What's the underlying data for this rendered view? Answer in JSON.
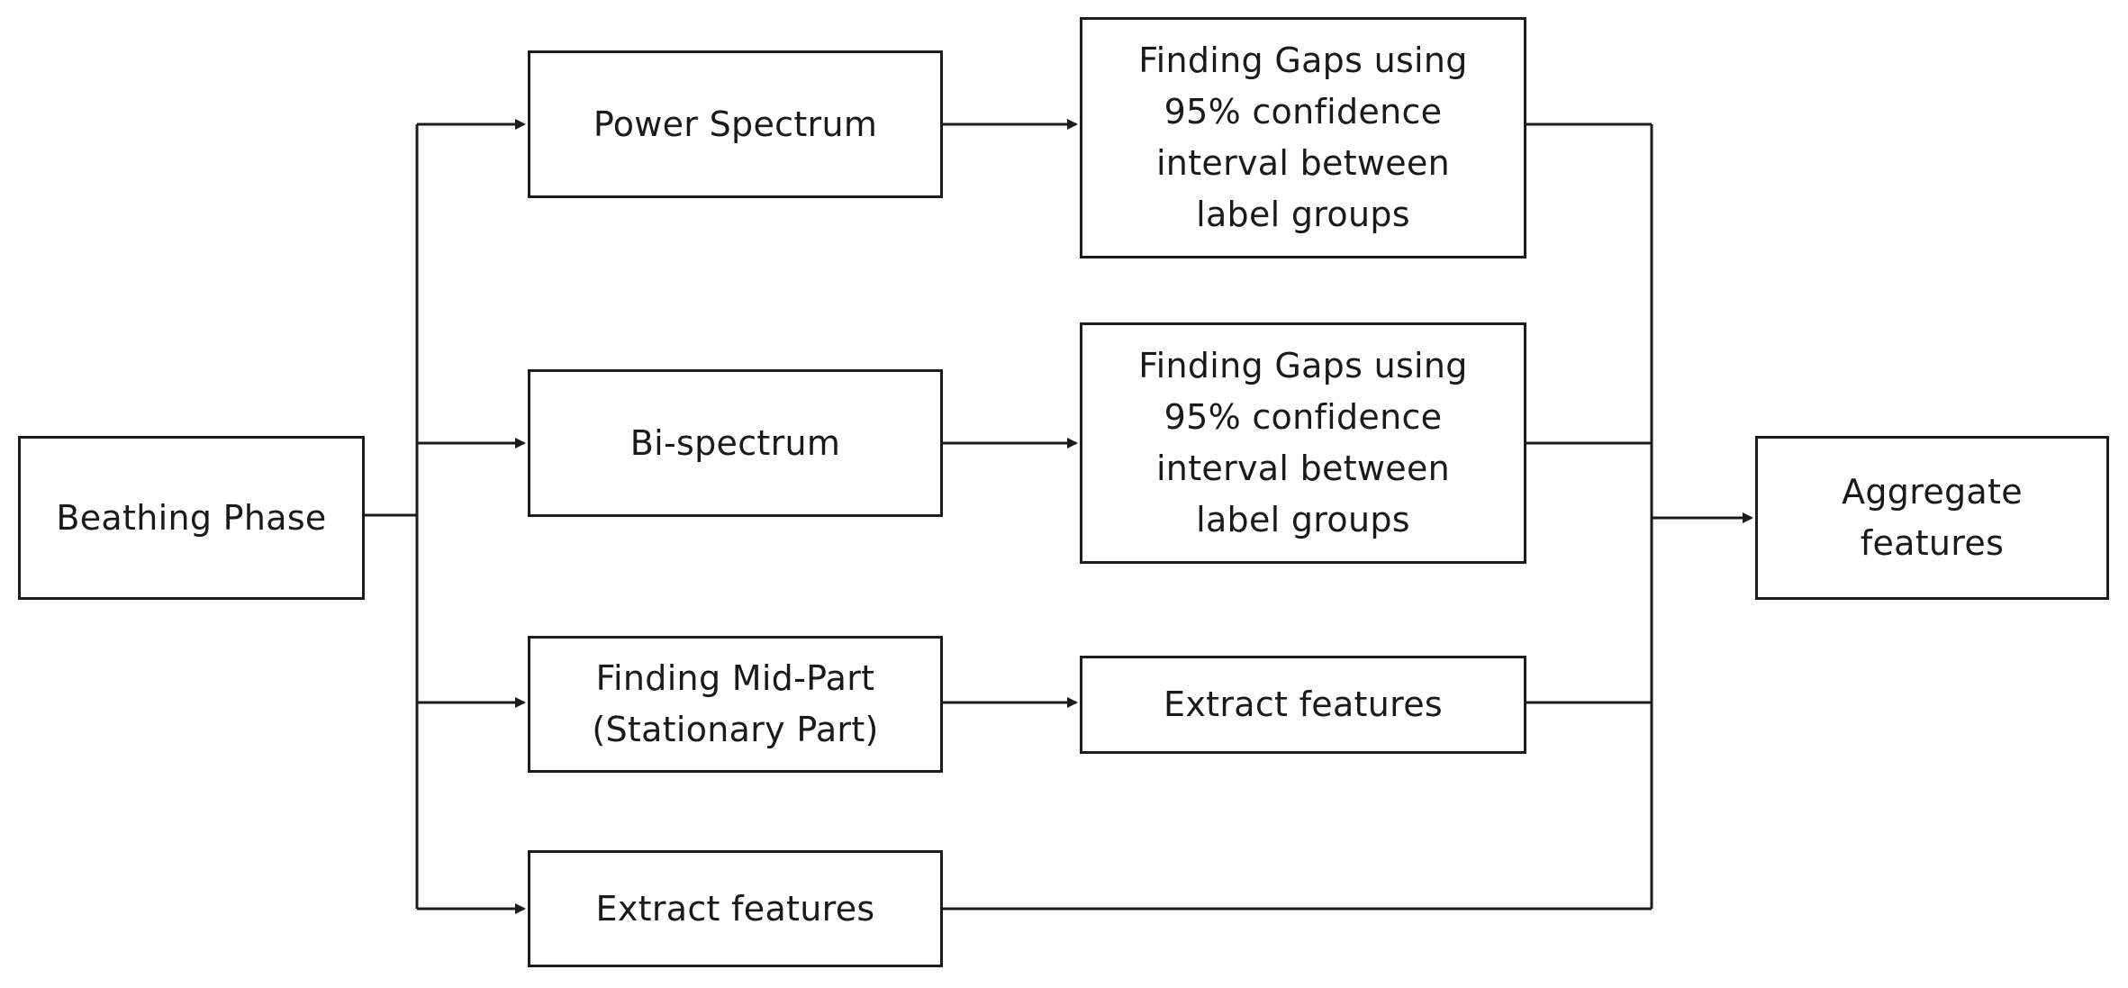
{
  "diagram": {
    "nodes": {
      "breathing_phase": "Beathing Phase",
      "power_spectrum": "Power Spectrum",
      "gaps_power": "Finding Gaps using\n95% confidence\ninterval between\nlabel groups",
      "bi_spectrum": "Bi-spectrum",
      "gaps_bispectrum": "Finding Gaps using\n95% confidence\ninterval between\nlabel groups",
      "mid_part": "Finding Mid-Part\n(Stationary Part)",
      "extract_features_mid": "Extract features",
      "extract_features_direct": "Extract features",
      "aggregate": "Aggregate\nfeatures"
    },
    "edges": [
      {
        "from": "breathing_phase",
        "to": "power_spectrum"
      },
      {
        "from": "breathing_phase",
        "to": "bi_spectrum"
      },
      {
        "from": "breathing_phase",
        "to": "mid_part"
      },
      {
        "from": "breathing_phase",
        "to": "extract_features_direct"
      },
      {
        "from": "power_spectrum",
        "to": "gaps_power"
      },
      {
        "from": "bi_spectrum",
        "to": "gaps_bispectrum"
      },
      {
        "from": "mid_part",
        "to": "extract_features_mid"
      },
      {
        "from": "gaps_power",
        "to": "aggregate"
      },
      {
        "from": "gaps_bispectrum",
        "to": "aggregate"
      },
      {
        "from": "extract_features_mid",
        "to": "aggregate"
      },
      {
        "from": "extract_features_direct",
        "to": "aggregate"
      }
    ],
    "colors": {
      "stroke": "#1c1c1c",
      "background": "#ffffff"
    }
  }
}
